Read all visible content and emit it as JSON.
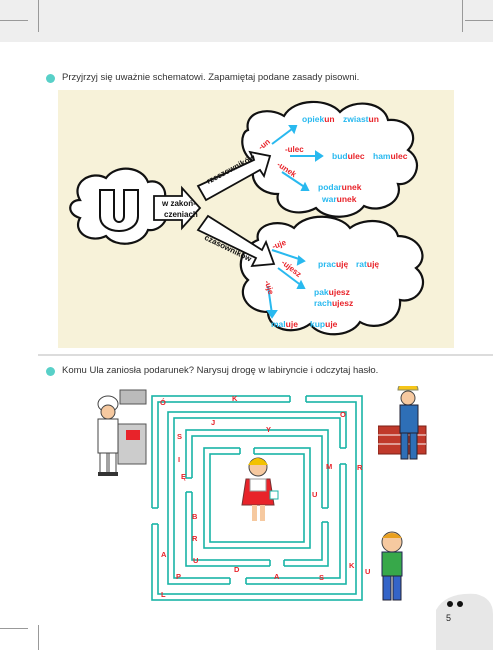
{
  "instruction1": "Przyjrzyj się uważnie schematowi. Zapamiętaj podane zasady pisowni.",
  "instruction2": "Komu Ula zaniosła podarunek? Narysuj drogę w labiryncie i odczytaj hasło.",
  "diagram": {
    "letter": "U",
    "position_label_1": "w zakoń-",
    "position_label_2": "czeniach",
    "noun_label": "rzeczowników",
    "verb_label": "czasowników",
    "suffixes": {
      "un": "-un",
      "ulec": "-ulec",
      "unek": "-unek",
      "uje": "-uje",
      "ujesz": "-ujesz",
      "uje2": "-uje"
    },
    "words": {
      "opiekun": [
        "opiek",
        "un"
      ],
      "zwiastun": [
        "zwiast",
        "un"
      ],
      "budulec": [
        "bud",
        "ulec"
      ],
      "hamulec": [
        "ham",
        "ulec"
      ],
      "podarunek": [
        "podar",
        "unek"
      ],
      "warunek": [
        "war",
        "unek"
      ],
      "pracuje": [
        "prac",
        "uję"
      ],
      "ratuje": [
        "rat",
        "uję"
      ],
      "pakujesz": [
        "pak",
        "ujesz"
      ],
      "rachujesz": [
        "rach",
        "ujesz"
      ],
      "maluje": [
        "mal",
        "uje"
      ],
      "kupuje": [
        "kup",
        "uje"
      ]
    }
  },
  "maze_letters": [
    "K",
    "Ó",
    "O",
    "J",
    "Y",
    "S",
    "I",
    "M",
    "R",
    "Ę",
    "U",
    "B",
    "R",
    "A",
    "U",
    "D",
    "K",
    "U",
    "P",
    "A",
    "S",
    "L"
  ],
  "page_number": "5",
  "colors": {
    "blue": "#29b9ef",
    "red": "#e8232a",
    "teal": "#19b4a6",
    "bullet": "#58d0c8"
  }
}
